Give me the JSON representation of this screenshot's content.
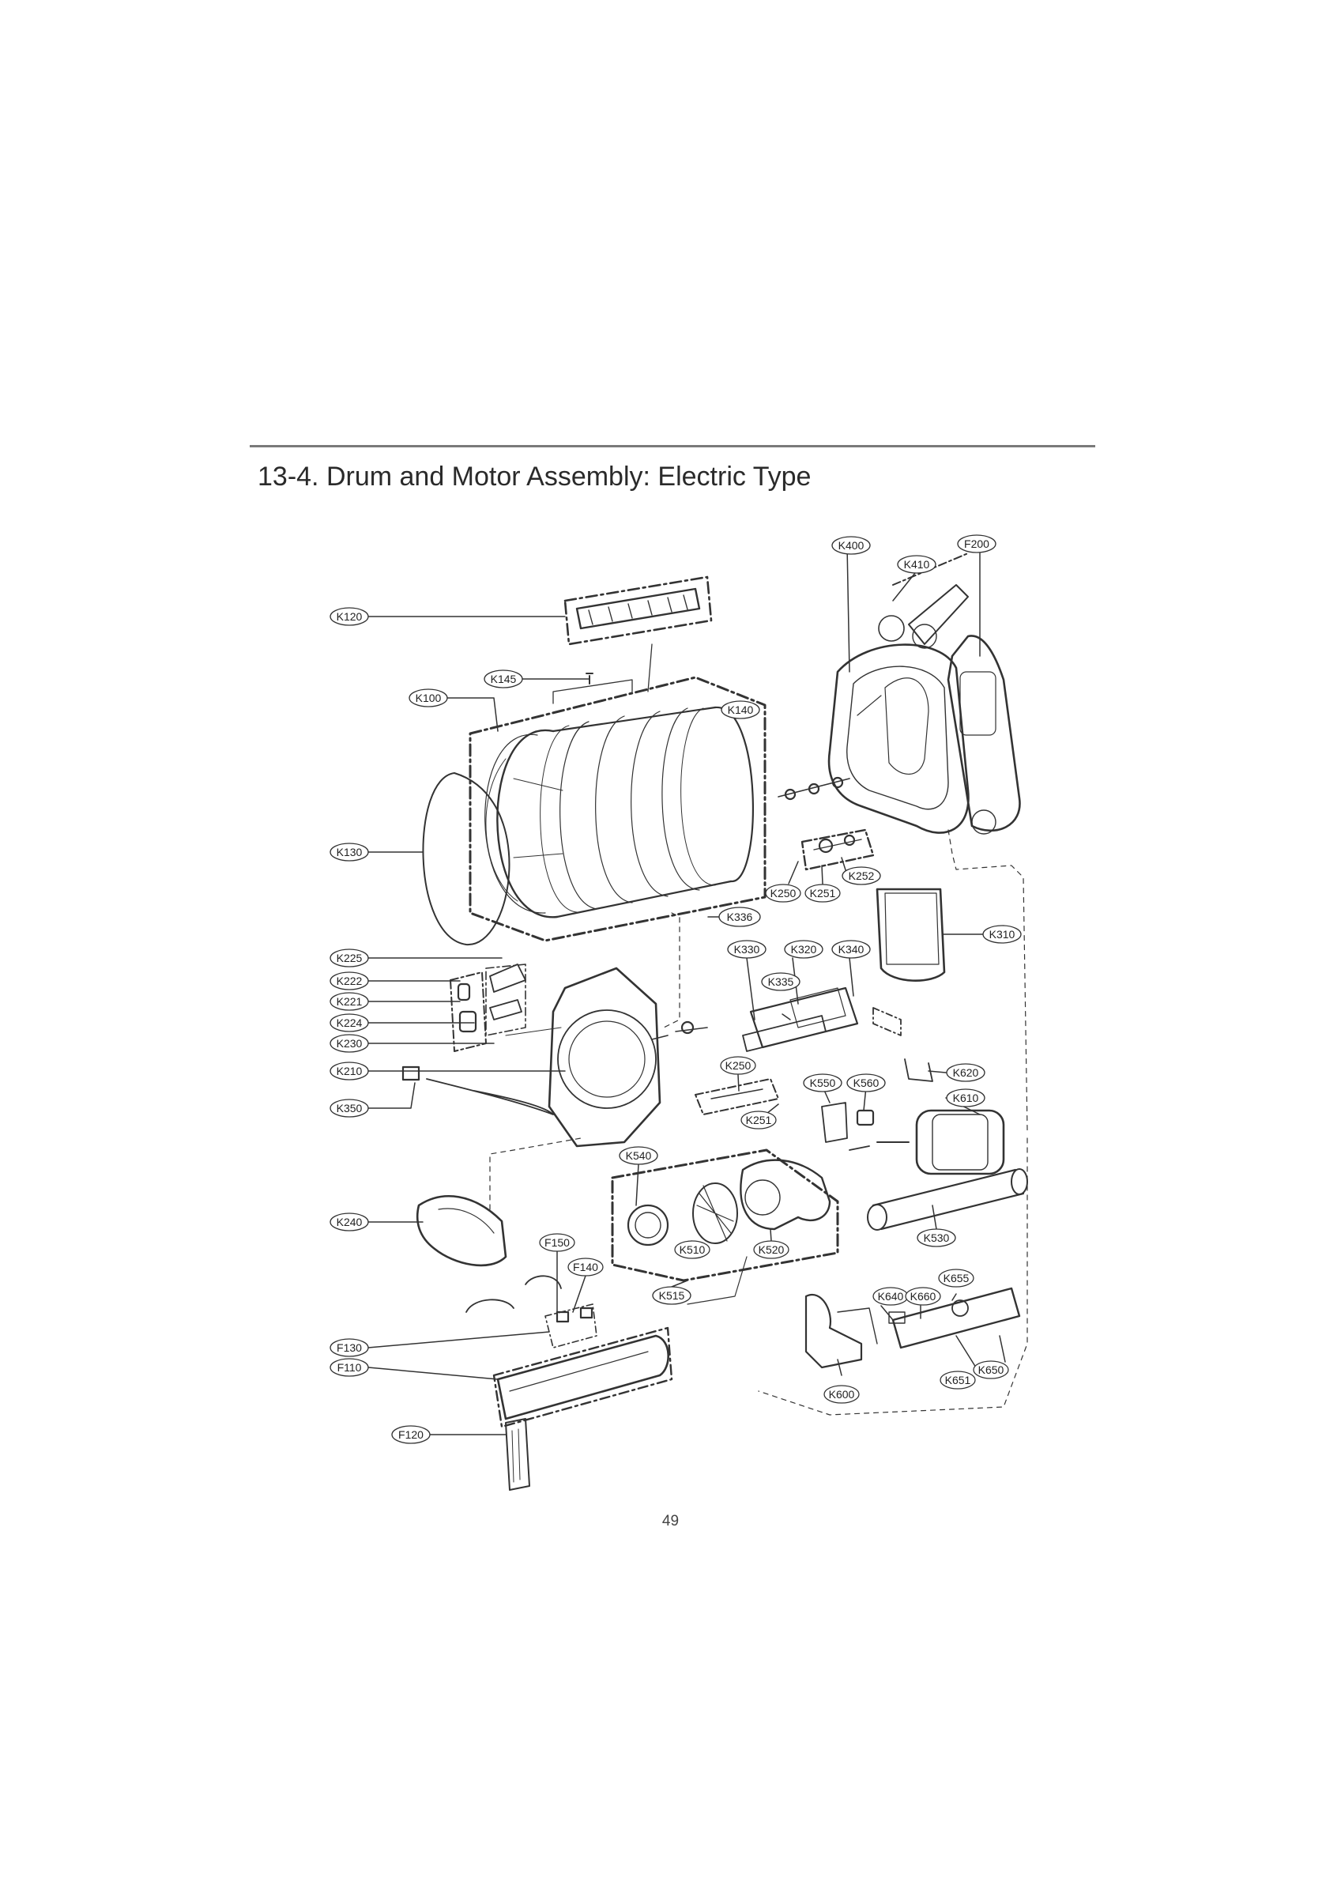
{
  "page": {
    "title": "13-4. Drum and Motor Assembly: Electric Type",
    "page_number": "49"
  },
  "callouts": {
    "K100": "K100",
    "K120": "K120",
    "K130": "K130",
    "K140": "K140",
    "K145": "K145",
    "K210": "K210",
    "K221": "K221",
    "K222": "K222",
    "K224": "K224",
    "K225": "K225",
    "K230": "K230",
    "K240": "K240",
    "K250a": "K250",
    "K250b": "K250",
    "K251a": "K251",
    "K251b": "K251",
    "K252": "K252",
    "K310": "K310",
    "K320": "K320",
    "K330": "K330",
    "K335": "K335",
    "K336": "K336",
    "K340": "K340",
    "K350": "K350",
    "K400": "K400",
    "K410": "K410",
    "K510": "K510",
    "K515": "K515",
    "K520": "K520",
    "K530": "K530",
    "K540": "K540",
    "K550": "K550",
    "K560": "K560",
    "K600": "K600",
    "K610": "K610",
    "K620": "K620",
    "K640": "K640",
    "K650": "K650",
    "K651": "K651",
    "K655": "K655",
    "K660": "K660",
    "F110": "F110",
    "F120": "F120",
    "F130": "F130",
    "F140": "F140",
    "F150": "F150",
    "F200": "F200"
  }
}
